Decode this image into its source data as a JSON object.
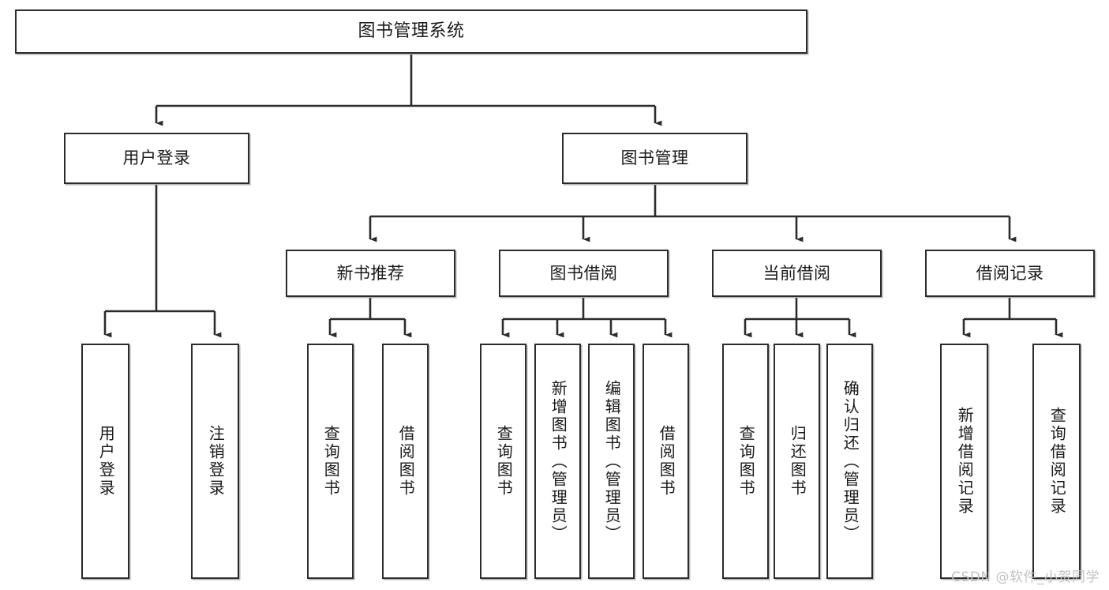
{
  "diagram": {
    "type": "tree-flowchart",
    "title": "图书管理系统",
    "watermark": "CSDN @软件_小贺同学",
    "colors": {
      "border": "#2b2b2b",
      "fill": "#ffffff",
      "text": "#1a1a1a",
      "watermark": "#c2c2c2"
    },
    "nodes": {
      "root": {
        "label": "图书管理系统"
      },
      "level2": [
        {
          "id": "user-login",
          "label": "用户登录"
        },
        {
          "id": "book-management",
          "label": "图书管理"
        }
      ],
      "level3": [
        {
          "id": "new-book-recommend",
          "label": "新书推荐"
        },
        {
          "id": "book-borrow",
          "label": "图书借阅"
        },
        {
          "id": "current-borrow",
          "label": "当前借阅"
        },
        {
          "id": "borrow-record",
          "label": "借阅记录"
        }
      ],
      "leaves": {
        "user-login": [
          {
            "id": "leaf-user-login",
            "label": "用户登录"
          },
          {
            "id": "leaf-user-logout",
            "label": "注销登录"
          }
        ],
        "new-book-recommend": [
          {
            "id": "leaf-query-book-1",
            "label": "查询图书"
          },
          {
            "id": "leaf-borrow-book-1",
            "label": "借阅图书"
          }
        ],
        "book-borrow": [
          {
            "id": "leaf-query-book-2",
            "label": "查询图书"
          },
          {
            "id": "leaf-add-book",
            "label": "新增图书（管理员）"
          },
          {
            "id": "leaf-edit-book",
            "label": "编辑图书（管理员）"
          },
          {
            "id": "leaf-borrow-book-2",
            "label": "借阅图书"
          }
        ],
        "current-borrow": [
          {
            "id": "leaf-query-book-3",
            "label": "查询图书"
          },
          {
            "id": "leaf-return-book",
            "label": "归还图书"
          },
          {
            "id": "leaf-confirm-return",
            "label": "确认归还（管理员）"
          }
        ],
        "borrow-record": [
          {
            "id": "leaf-add-record",
            "label": "新增借阅记录"
          },
          {
            "id": "leaf-query-record",
            "label": "查询借阅记录"
          }
        ]
      }
    }
  }
}
